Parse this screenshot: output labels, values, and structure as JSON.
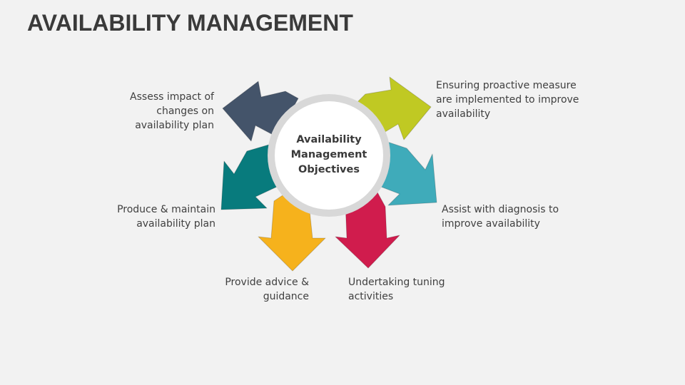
{
  "title": "AVAILABILITY MANAGEMENT",
  "center": {
    "label": "Availability\nManagement\nObjectives"
  },
  "colors": {
    "navy": "#44546a",
    "lime": "#c0c923",
    "aqua": "#3fabba",
    "crimson": "#d01c4d",
    "amber": "#f6b21c",
    "teal": "#087b7d",
    "ring": "#d8d8d8"
  },
  "objectives": [
    {
      "text": "Assess impact of\nchanges on\navailability plan",
      "color": "navy"
    },
    {
      "text": "Ensuring proactive measure\nare implemented to improve\navailability",
      "color": "lime"
    },
    {
      "text": "Assist with diagnosis to\nimprove availability",
      "color": "aqua"
    },
    {
      "text": "Undertaking tuning\nactivities",
      "color": "crimson"
    },
    {
      "text": "Provide advice &\nguidance",
      "color": "amber"
    },
    {
      "text": "Produce & maintain\navailability plan",
      "color": "teal"
    }
  ]
}
